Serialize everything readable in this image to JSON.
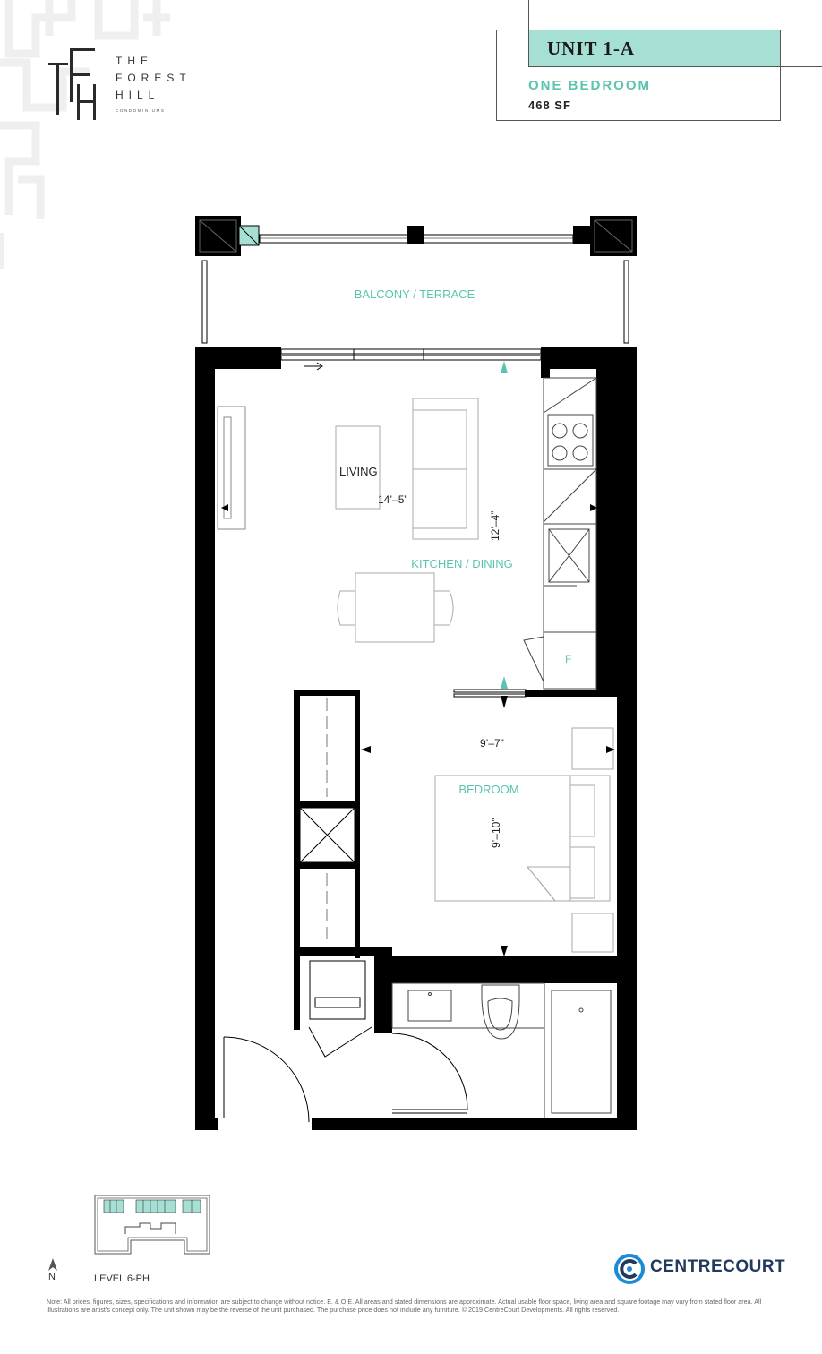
{
  "brand": {
    "logo_letters": "TFH",
    "lines": [
      "THE",
      "FOREST",
      "HILL"
    ],
    "sub": "CONDOMINIUMS"
  },
  "unit": {
    "name": "UNIT 1-A",
    "type": "ONE BEDROOM",
    "area": "468 SF"
  },
  "rooms": {
    "balcony": "BALCONY / TERRACE",
    "living": "LIVING",
    "kitchen_dining": "KITCHEN / DINING",
    "bedroom": "BEDROOM",
    "fridge": "F"
  },
  "dimensions": {
    "living_width": "14’–5”",
    "living_depth": "12’–4”",
    "bedroom_width": "9’–7”",
    "bedroom_depth": "9’–10”"
  },
  "keyplan": {
    "level": "LEVEL 6-PH",
    "north": "N"
  },
  "developer": {
    "name": "CENTRECOURT"
  },
  "colors": {
    "accent": "#5bc4ae",
    "accent_fill": "#a6dfd3",
    "wall": "#000000",
    "developer": "#223a5e"
  },
  "note": "Note: All prices, figures, sizes, specifications and information are subject to change without notice. E. & O.E. All areas and stated dimensions are approximate. Actual usable floor space, living area and square footage may vary from stated floor area. All illustrations are artist’s concept only. The unit shown may be the reverse of the unit purchased. The purchase price does not include any furniture. © 2019 CentreCourt Developments. All rights reserved."
}
